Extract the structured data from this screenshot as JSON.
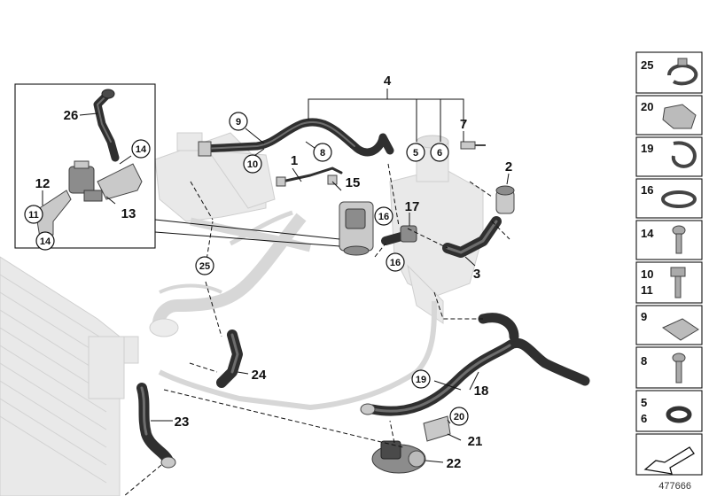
{
  "labels": {
    "p4": "4",
    "p7": "7",
    "p26": "26",
    "p12": "12",
    "p13": "13",
    "p1": "1",
    "p15": "15",
    "p17": "17",
    "p2": "2",
    "p3": "3",
    "p18": "18",
    "p24": "24",
    "p23": "23",
    "p21": "21",
    "p22": "22",
    "c9": "9",
    "c10": "10",
    "c8": "8",
    "c5": "5",
    "c6": "6",
    "c14": "14",
    "c11": "11",
    "c16": "16",
    "c25": "25",
    "c19": "19",
    "c20": "20"
  },
  "legend": {
    "l25": "25",
    "l20": "20",
    "l19": "19",
    "l16": "16",
    "l14": "14",
    "l10": "10",
    "l11": "11",
    "l9": "9",
    "l8": "8",
    "l5": "5",
    "l6": "6"
  },
  "diagram_id": "477666"
}
